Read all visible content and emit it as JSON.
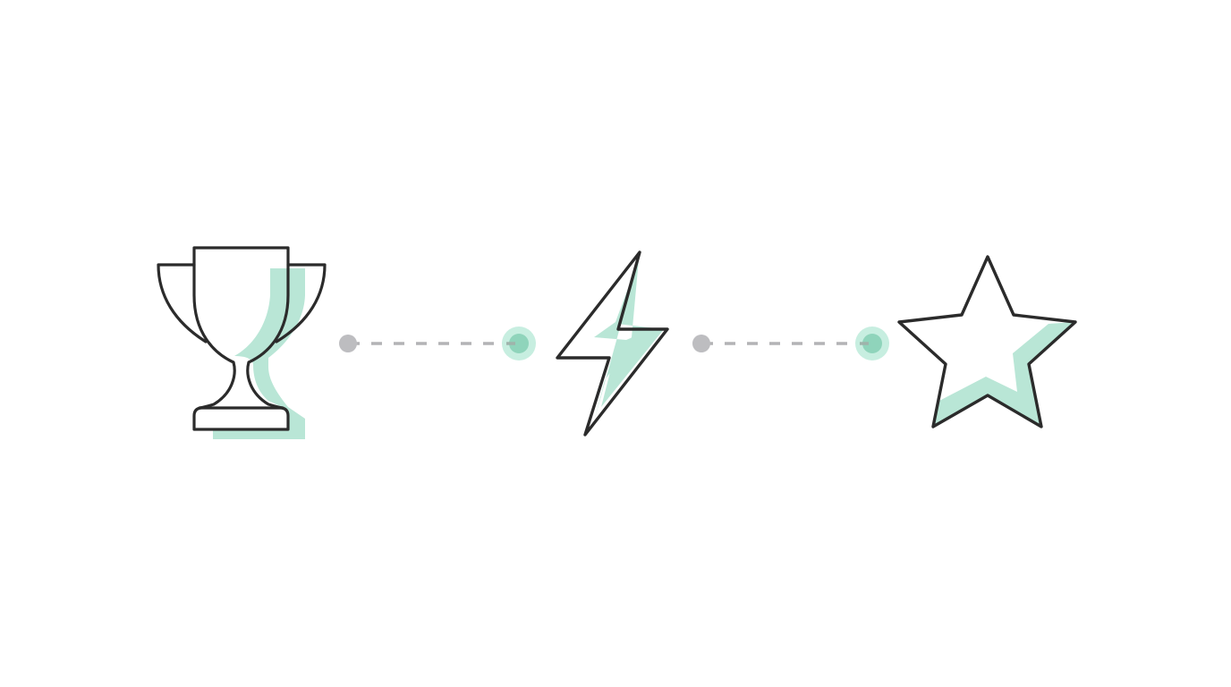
{
  "diagram": {
    "type": "icon-sequence",
    "background": "#ffffff",
    "colors": {
      "outline": "#2b2b2b",
      "accent_fill": "#b9e6d6",
      "connector_dash": "#b3b3b6",
      "start_node": "#bdbdc0",
      "end_node_outer": "#c7eee0",
      "end_node_inner": "#8fd4bb"
    },
    "steps": [
      {
        "id": "trophy",
        "icon": "trophy-icon",
        "label": "Trophy"
      },
      {
        "id": "lightning",
        "icon": "lightning-bolt-icon",
        "label": "Lightning bolt"
      },
      {
        "id": "star",
        "icon": "star-icon",
        "label": "Star"
      }
    ],
    "connectors": [
      {
        "from": "trophy",
        "to": "lightning",
        "style": "dashed",
        "start_node": "grey-dot",
        "end_node": "mint-dot"
      },
      {
        "from": "lightning",
        "to": "star",
        "style": "dashed",
        "start_node": "grey-dot",
        "end_node": "mint-dot"
      }
    ]
  }
}
